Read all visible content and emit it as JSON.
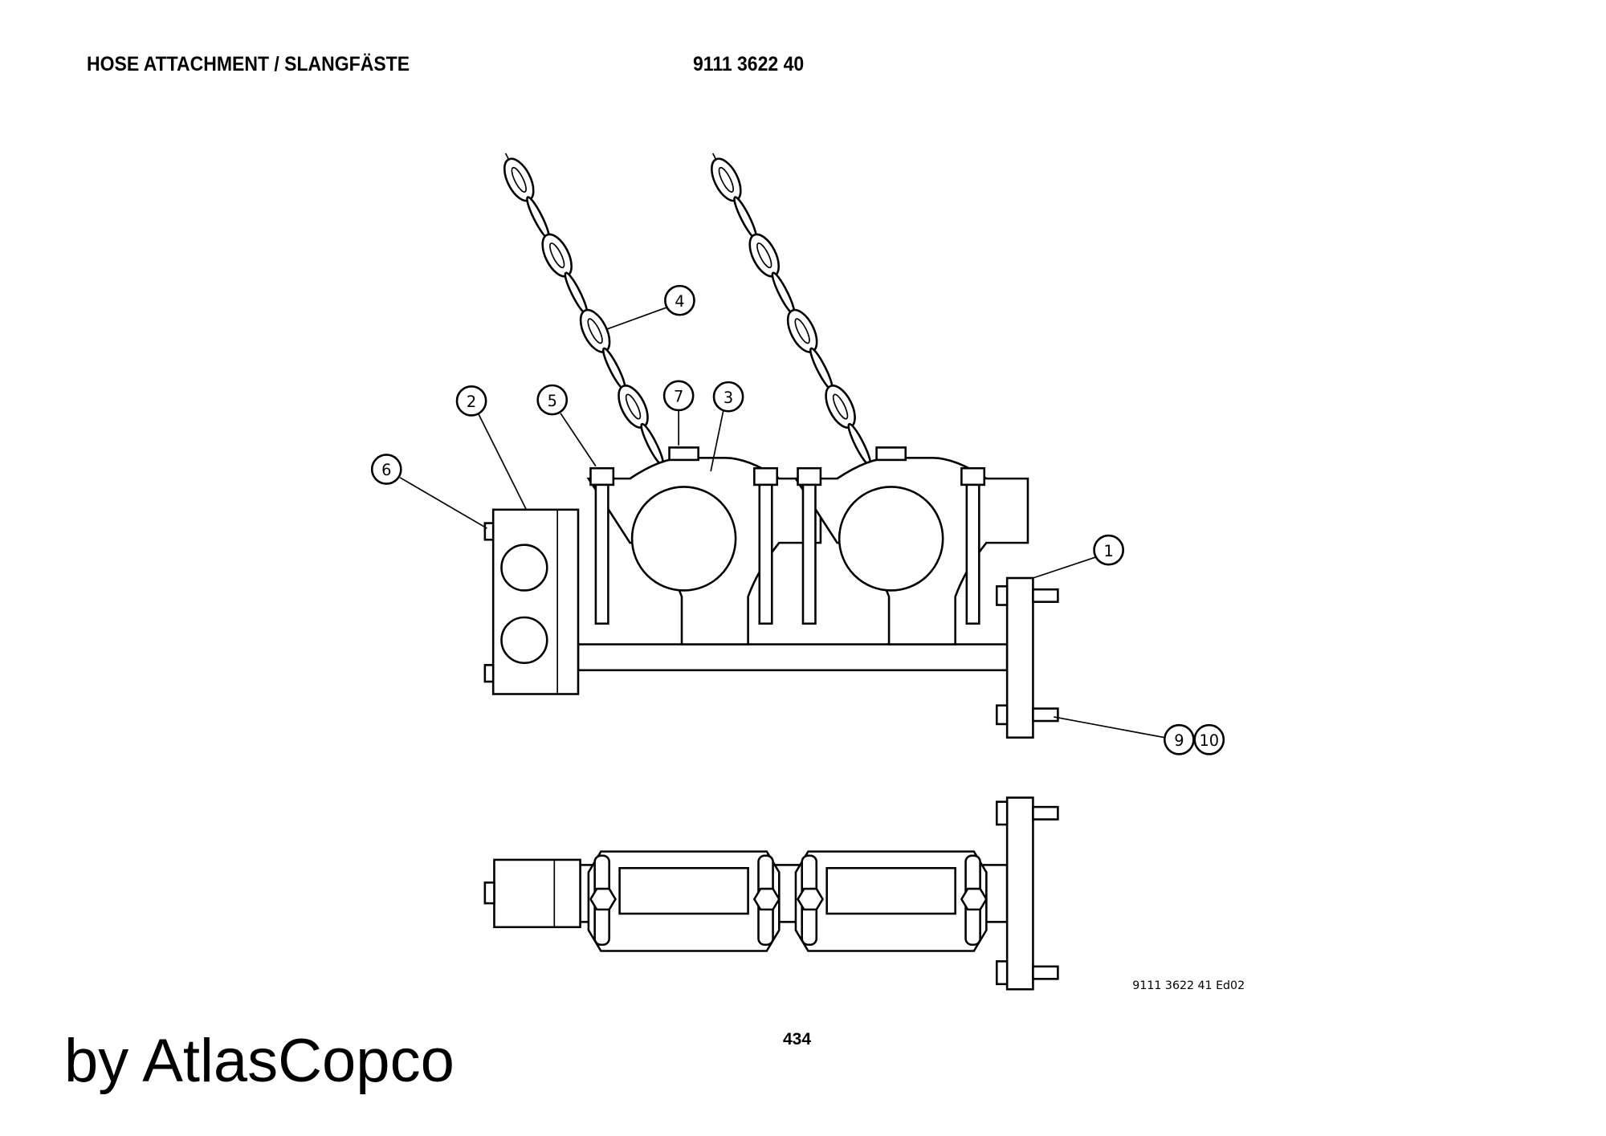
{
  "header": {
    "title": "HOSE ATTACHMENT / SLANGFÄSTE",
    "part_number": "9111 3622 40"
  },
  "drawing": {
    "drawing_number": "9111 3622 41 Ed02",
    "callouts": [
      "1",
      "2",
      "3",
      "4",
      "5",
      "6",
      "7",
      "9",
      "10"
    ]
  },
  "footer": {
    "page_number": "434",
    "brand": "by AtlasCopco"
  }
}
